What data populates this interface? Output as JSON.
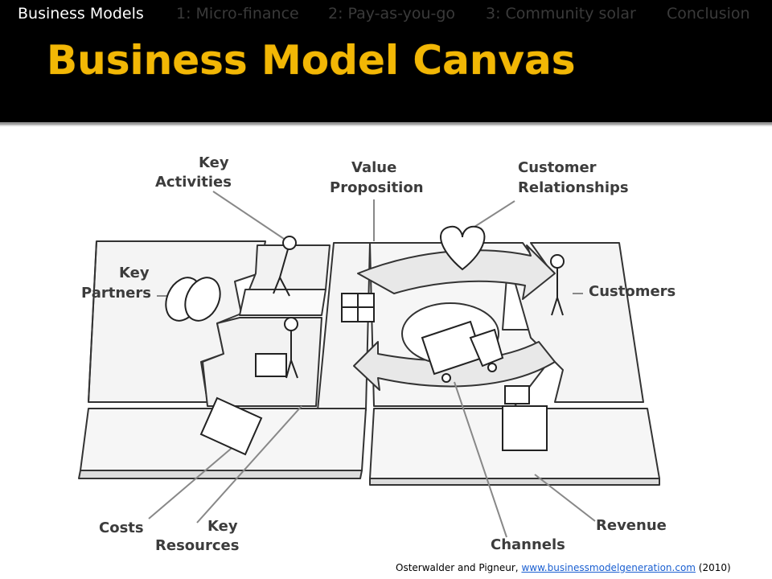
{
  "nav": {
    "items": [
      {
        "label": "Business Models",
        "active": true
      },
      {
        "label": "1: Micro-finance",
        "active": false
      },
      {
        "label": "2: Pay-as-you-go",
        "active": false
      },
      {
        "label": "3: Community solar",
        "active": false
      },
      {
        "label": "Conclusion",
        "active": false
      }
    ]
  },
  "slide": {
    "title": "Business Model Canvas"
  },
  "canvas": {
    "labels": {
      "key_activities_1": "Key",
      "key_activities_2": "Activities",
      "value_prop_1": "Value",
      "value_prop_2": "Proposition",
      "customer_rel_1": "Customer",
      "customer_rel_2": "Relationships",
      "key_partners_1": "Key",
      "key_partners_2": "Partners",
      "customers": "Customers",
      "costs": "Costs",
      "key_resources_1": "Key",
      "key_resources_2": "Resources",
      "channels": "Channels",
      "revenue": "Revenue"
    }
  },
  "citation": {
    "prefix": "Osterwalder and Pigneur, ",
    "link": "www.businessmodelgeneration.com",
    "suffix": " (2010)"
  },
  "colors": {
    "header_bg": "#000000",
    "title": "#f2b705",
    "nav_active": "#ffffff",
    "nav_inactive": "#3a3a3a"
  }
}
